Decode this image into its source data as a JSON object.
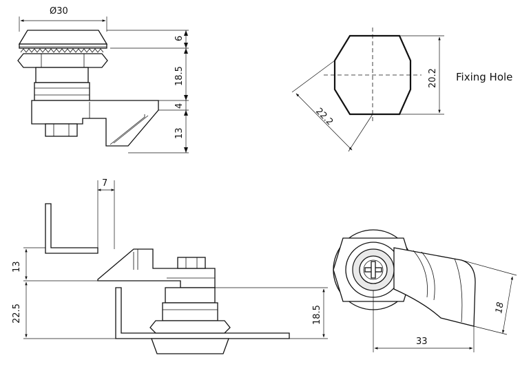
{
  "views": {
    "side_view": {
      "diameter_label": "Ø30",
      "dims": [
        "6",
        "18.5",
        "4",
        "13"
      ]
    },
    "fixing_hole": {
      "title": "Fixing Hole",
      "width_label": "20.2",
      "diagonal_label": "22.2"
    },
    "front_view": {
      "top_width_label": "7",
      "left_dims": [
        "13",
        "22.5"
      ],
      "right_dim": "18.5"
    },
    "back_view": {
      "width_label": "33",
      "height_label": "18"
    }
  }
}
